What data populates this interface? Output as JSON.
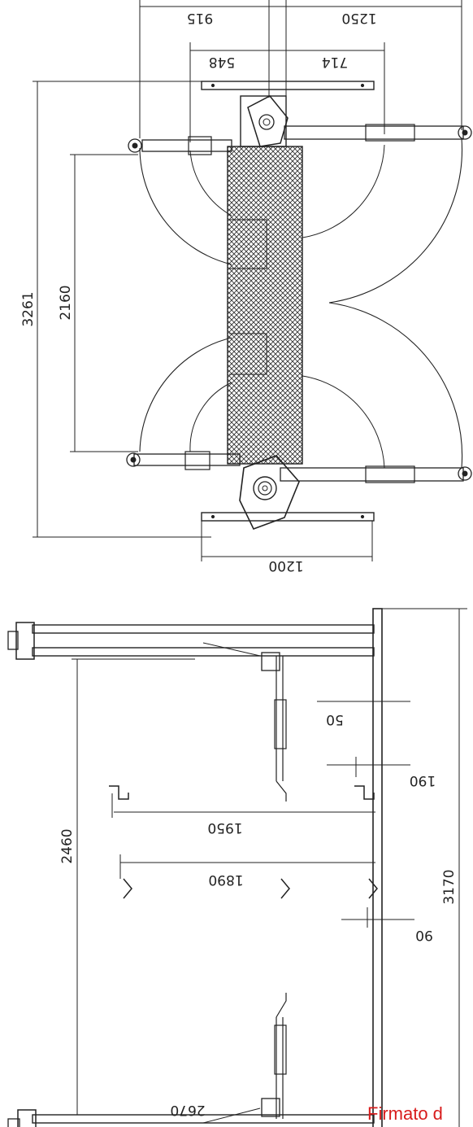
{
  "plan_view": {
    "dimensions": {
      "top_left_span": "915",
      "top_right_span": "1250",
      "inner_left": "548",
      "inner_right": "714",
      "overall_height": "3261",
      "inner_height": "2160",
      "bottom_base": "1200"
    }
  },
  "side_view": {
    "dimensions": {
      "height": "2460",
      "overall_height": "3170",
      "width": "2670",
      "step_50": "50",
      "step_190": "190",
      "span_1950": "1950",
      "span_1890": "1890",
      "step_90": "90"
    }
  },
  "signature": "Firmato d",
  "colors": {
    "line": "#222222",
    "signature": "#d81c1c"
  }
}
